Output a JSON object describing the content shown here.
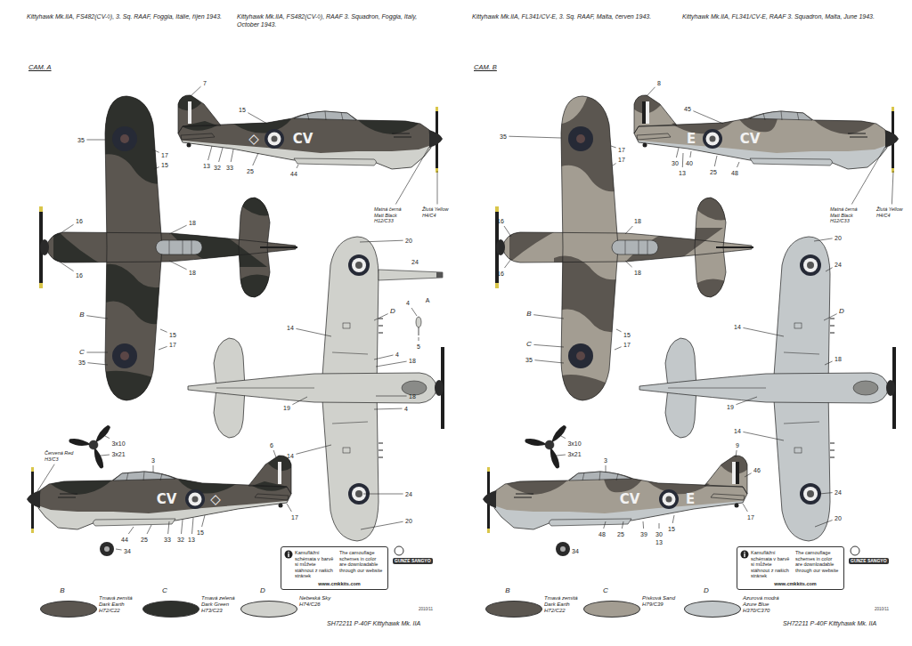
{
  "diagram": {
    "nodes": [
      {
        "text": [
          "Kamuflážní schémata v barvě si můžete stáhnout z našich stránek",
          "The camouflage schemes in color are downloadable through our website",
          "www.cmkkits.com"
        ]
      },
      {
        "text": [
          "Kamuflážní schémata v barvě si můžete stáhnout z našich stránek",
          "The camouflage schemes in color are downloadable through our website",
          "www.cmkkits.com"
        ]
      }
    ],
    "labels": [
      "Kittyhawk Mk.IIA, FS482(CV-◊), 3. Sq. RAAF, Foggia, Itálie, říjen 1943.",
      "Kittyhawk Mk.IIA, FS482(CV-◊), RAAF 3. Squadron, Foggia, Italy, October 1943.",
      "CAM. A",
      "35",
      "17",
      "15",
      "16",
      "18",
      "16",
      "18",
      "B",
      "15",
      "17",
      "C",
      "35",
      "7",
      "15",
      "13",
      "32",
      "33",
      "25",
      "44",
      "◇",
      "CV",
      "Matná černá Matt Black H12/C33",
      "Žlutá Yellow H4/C4",
      "20",
      "24",
      "4",
      "A",
      "D",
      "14",
      "5",
      "4",
      "18",
      "19",
      "18",
      "4",
      "14",
      "24",
      "20",
      "3x10",
      "3x21",
      "Červená Red H3/C3",
      "6",
      "3",
      "CV",
      "◇",
      "17",
      "44",
      "25",
      "33",
      "32",
      "13",
      "15",
      "34",
      "B",
      "C",
      "D",
      "GUNZE SANGYO",
      "2010/11",
      "SH72211 P-40F Kittyhawk Mk. IIA",
      "Kittyhawk Mk.IIA, FL341/CV-E, 3. Sq. RAAF, Malta, červen 1943.",
      "Kittyhawk Mk.IIA, FL341/CV-E, RAAF 3. Squadron, Malta, June 1943.",
      "CAM. B",
      "35",
      "17",
      "17",
      "16",
      "18",
      "16",
      "18",
      "B",
      "15",
      "17",
      "C",
      "35",
      "8",
      "45",
      "30",
      "40",
      "13",
      "25",
      "48",
      "E",
      "CV",
      "Matná černá Matt Black H12/C33",
      "Žlutá Yellow H4/C4",
      "20",
      "24",
      "D",
      "14",
      "18",
      "19",
      "14",
      "24",
      "20",
      "3x10",
      "3x21",
      "9",
      "3",
      "CV",
      "E",
      "46",
      "34",
      "48",
      "25",
      "39",
      "30",
      "13",
      "15",
      "17",
      "B",
      "C",
      "D",
      "GUNZE SANGYO",
      "2010/11",
      "SH72211 P-40F Kittyhawk Mk. IIA"
    ],
    "legend": [
      {
        "text": "Tmavá zemitá Dark Earth H72/C22",
        "color": "#5b5650"
      },
      {
        "text": "Tmavá zelená Dark Green H73/C23",
        "color": "#2e302c"
      },
      {
        "text": "Nebeská Sky H74/C26",
        "color": "#d0d1cc"
      },
      {
        "text": "Tmavá zemitá Dark Earth H72/C22",
        "color": "#5b5650"
      },
      {
        "text": "Písková Sand H79/C39",
        "color": "#a39d92"
      },
      {
        "text": "Azurová modrá Azure Blue H370/C370",
        "color": "#c3c8ca"
      }
    ]
  }
}
